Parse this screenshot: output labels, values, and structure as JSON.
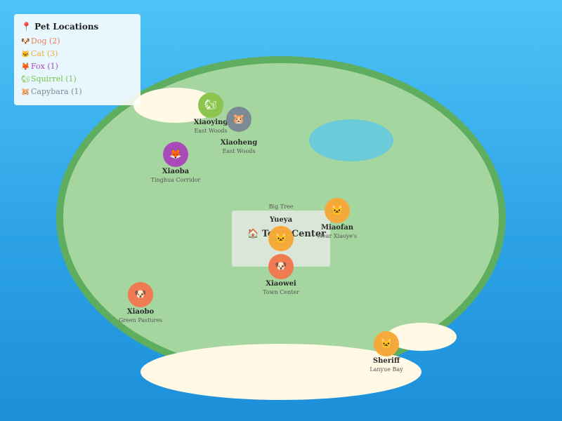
{
  "legend": {
    "icon": "pin-icon",
    "title": "Pet Locations",
    "items": [
      {
        "icon": "dog-icon",
        "label": "Dog (2)",
        "color": "#f07a52"
      },
      {
        "icon": "cat-icon",
        "label": "Cat (3)",
        "color": "#f4a93a"
      },
      {
        "icon": "fox-icon",
        "label": "Fox (1)",
        "color": "#a84bb8"
      },
      {
        "icon": "squirrel-icon",
        "label": "Squirrel (1)",
        "color": "#7cc34a"
      },
      {
        "icon": "capybara-icon",
        "label": "Capybara (1)",
        "color": "#7b8a94"
      }
    ]
  },
  "town_center": {
    "icon": "house-icon",
    "label": "Town Center"
  },
  "landmark": "Big Tree",
  "pets": [
    {
      "name": "Xiaoying",
      "location": "East Woods",
      "type": "squirrel",
      "icon": "squirrel-icon",
      "color": "#8cc54e"
    },
    {
      "name": "Xiaoheng",
      "location": "East Woods",
      "type": "capybara",
      "icon": "capybara-icon",
      "color": "#7b8a94"
    },
    {
      "name": "Xiaoba",
      "location": "Tinghua Corridor",
      "type": "fox",
      "icon": "fox-icon",
      "color": "#a84bb8"
    },
    {
      "name": "Yueya",
      "location": "",
      "type": "cat",
      "icon": "cat-icon",
      "color": "#f4a93a"
    },
    {
      "name": "Miaofan",
      "location": "Near Xiaoye's",
      "type": "cat",
      "icon": "cat-icon",
      "color": "#f4a93a"
    },
    {
      "name": "Xiaowei",
      "location": "Town Center",
      "type": "dog",
      "icon": "dog-icon",
      "color": "#f07a52"
    },
    {
      "name": "Xiaobo",
      "location": "Green Pastures",
      "type": "dog",
      "icon": "dog-icon",
      "color": "#f07a52"
    },
    {
      "name": "Sheriff",
      "location": "Lanyue Bay",
      "type": "cat",
      "icon": "cat-icon",
      "color": "#f4a93a"
    }
  ]
}
